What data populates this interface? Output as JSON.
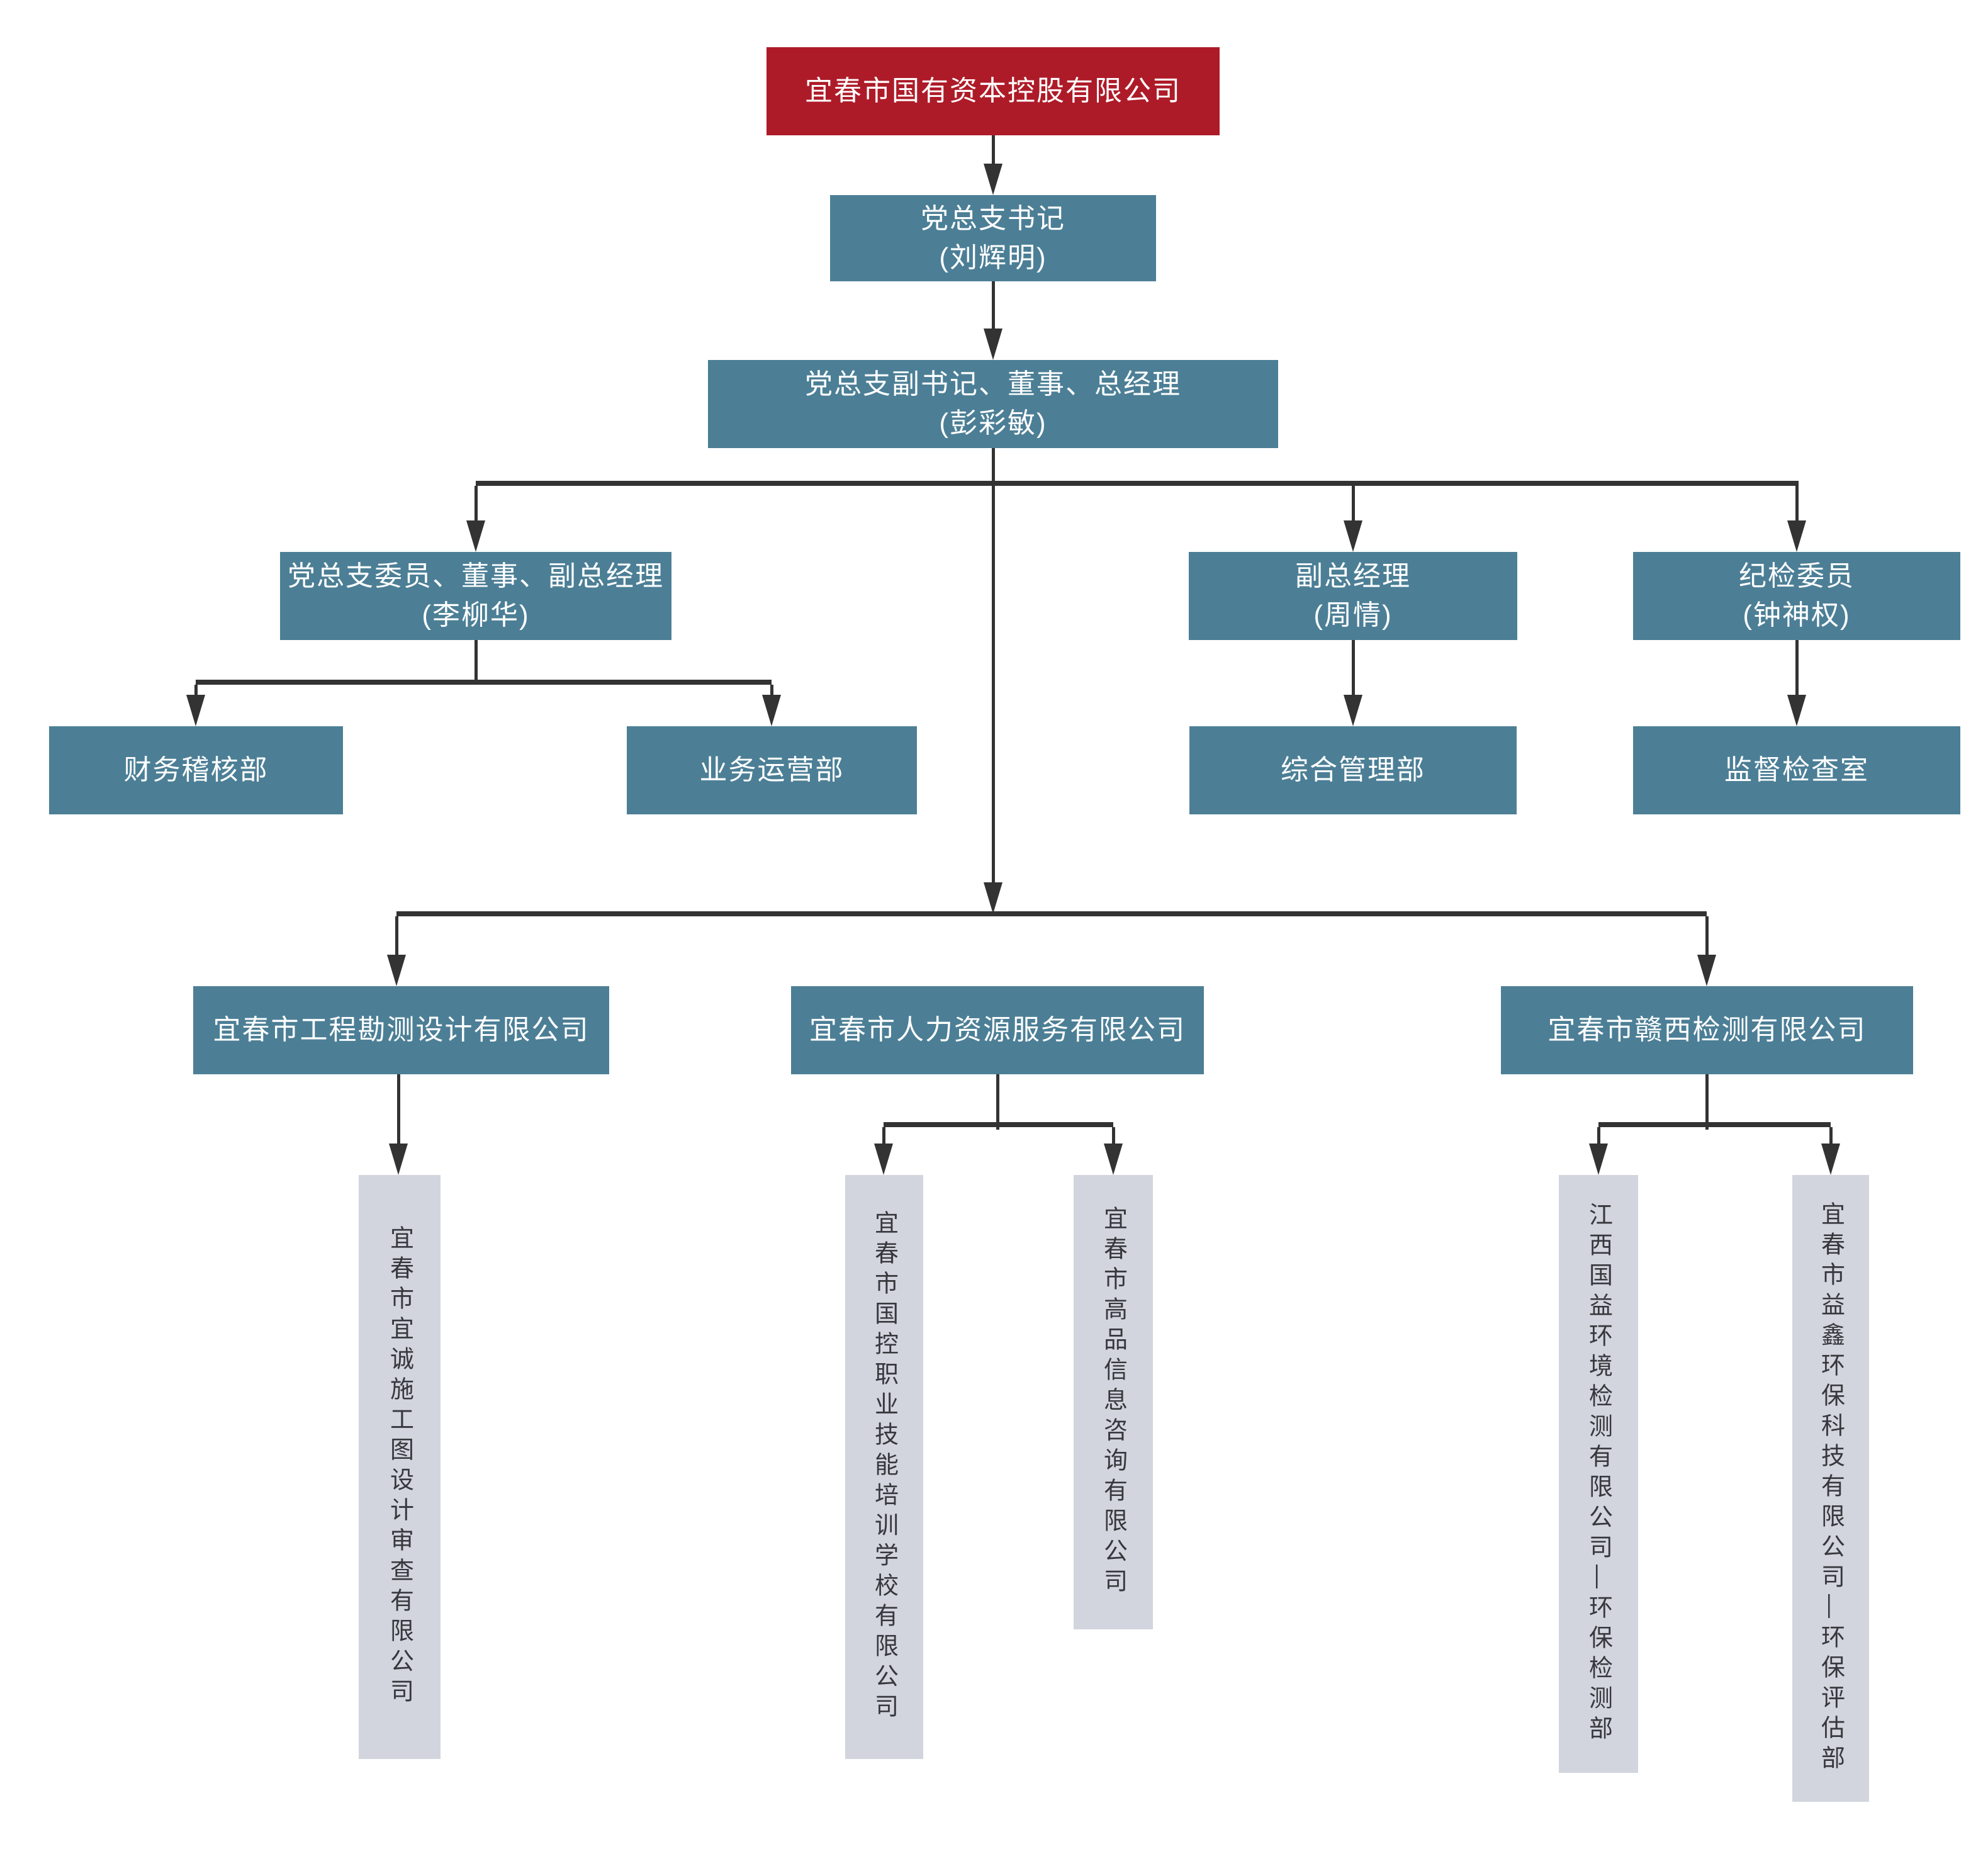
{
  "colors": {
    "root_bg": "#AE1B28",
    "node_bg": "#4C7F96",
    "leaf_bg": "#D2D5DD",
    "node_text": "#FFFFFF",
    "leaf_text": "#36383D",
    "line": "#333333"
  },
  "nodes": {
    "root": {
      "label": "宜春市国有资本控股有限公司"
    },
    "secretary": {
      "title": "党总支书记",
      "person": "(刘辉明)"
    },
    "deputy_secretary": {
      "title": "党总支副书记、董事、总经理",
      "person": "(彭彩敏)"
    },
    "committee_member": {
      "title": "党总支委员、董事、副总经理",
      "person": "(李柳华)"
    },
    "deputy_gm": {
      "title": "副总经理",
      "person": "(周情)"
    },
    "discipline_member": {
      "title": "纪检委员",
      "person": "(钟神权)"
    },
    "finance_dept": {
      "label": "财务稽核部"
    },
    "operations_dept": {
      "label": "业务运营部"
    },
    "general_dept": {
      "label": "综合管理部"
    },
    "supervision_office": {
      "label": "监督检查室"
    },
    "company_survey": {
      "label": "宜春市工程勘测设计有限公司"
    },
    "company_hr": {
      "label": "宜春市人力资源服务有限公司"
    },
    "company_ganxi": {
      "label": "宜春市赣西检测有限公司"
    },
    "sub_yicheng": {
      "label": "宜春市宜诚施工图设计审查有限公司"
    },
    "sub_guokong": {
      "label": "宜春市国控职业技能培训学校有限公司"
    },
    "sub_gaopin": {
      "label": "宜春市高品信息咨询有限公司"
    },
    "sub_guoyi": {
      "label": "江西国益环境检测有限公司—环保检测部"
    },
    "sub_yixin": {
      "label": "宜春市益鑫环保科技有限公司—环保评估部"
    }
  }
}
